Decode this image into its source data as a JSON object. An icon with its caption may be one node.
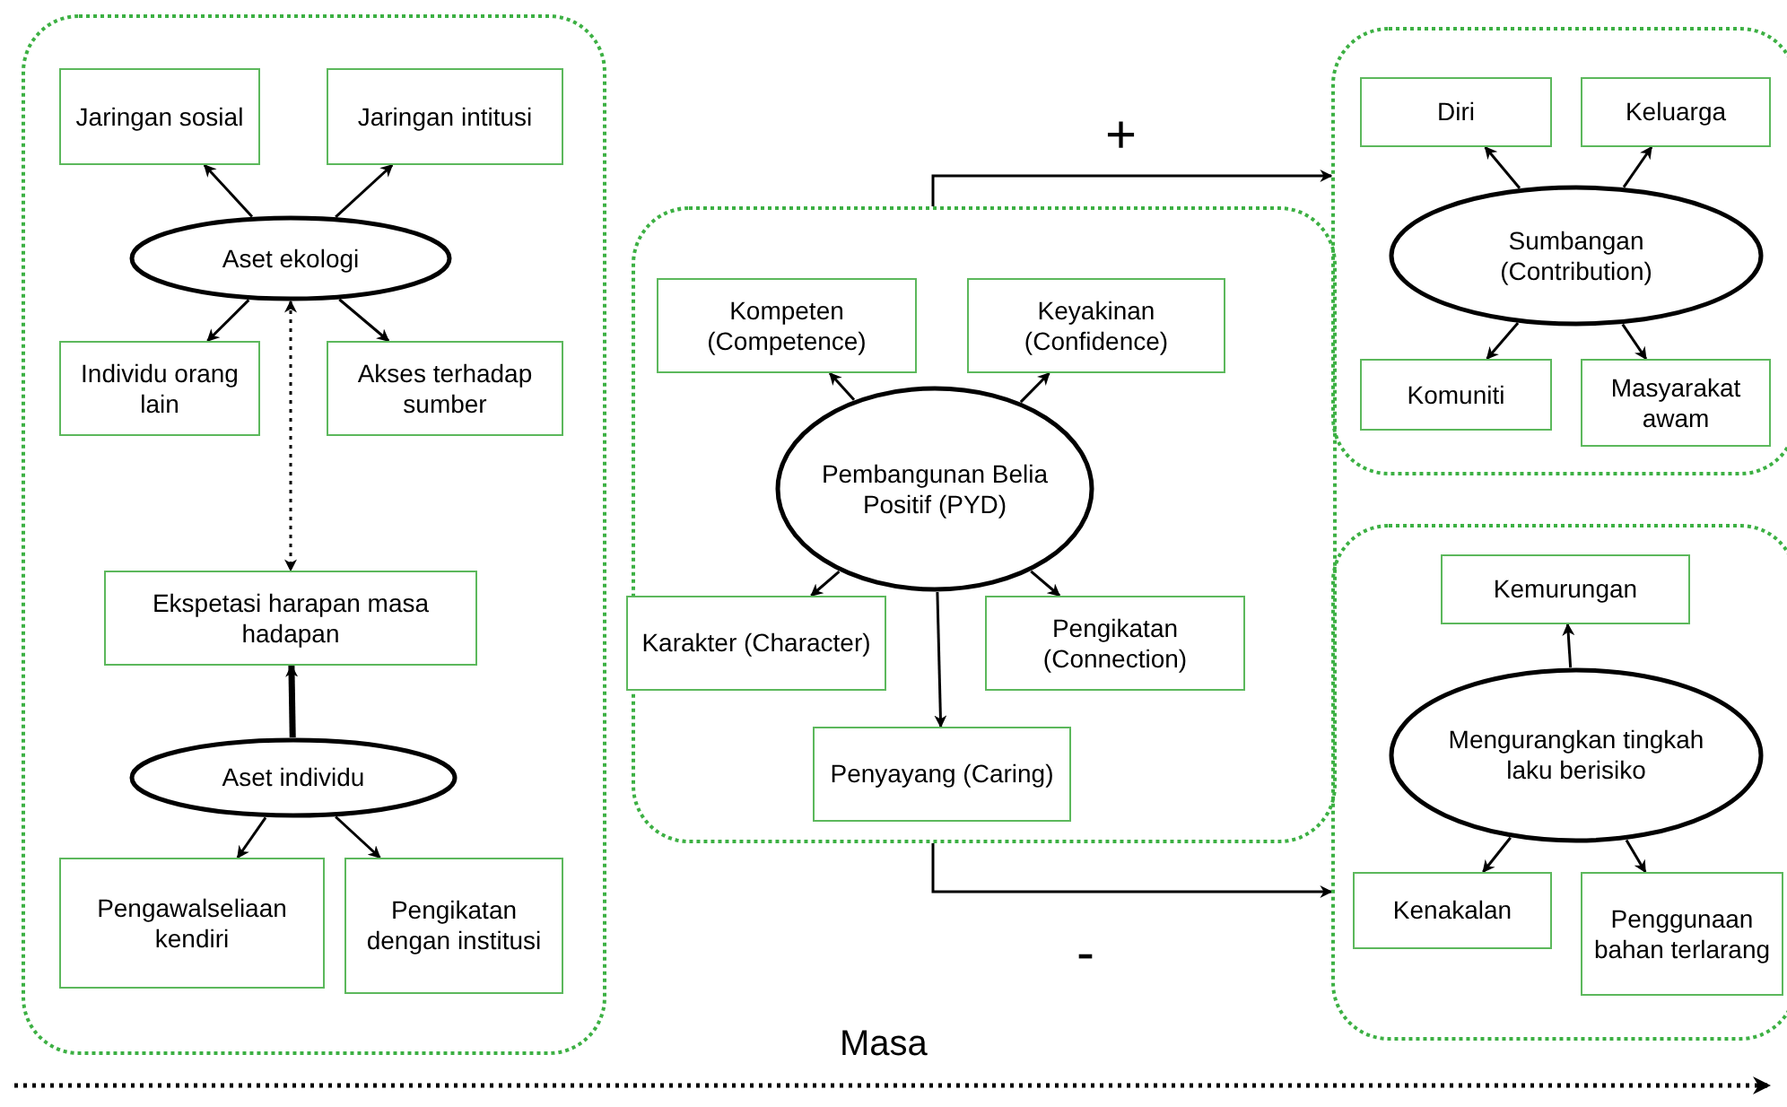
{
  "diagram": {
    "nodes": [
      {
        "text": [],
        "shape": "box"
      },
      {
        "text": [
          "Jaringan sosial"
        ],
        "in": 0
      },
      {
        "text": [
          "Jaringan intitusi"
        ],
        "in": 0
      },
      {
        "text": [
          "Aset ekologi"
        ],
        "in": 0
      },
      {
        "text": [
          "Individu orang lain"
        ],
        "in": 0
      },
      {
        "text": [
          "Akses terhadap sumber"
        ],
        "in": 0
      },
      {
        "text": [
          "Ekspetasi harapan masa hadapan"
        ],
        "in": 0
      },
      {
        "text": [
          "Aset individu"
        ],
        "in": 0
      },
      {
        "text": [
          "Pengawalseliaan kendiri"
        ],
        "in": 0
      },
      {
        "text": [
          "Pengikatan dengan institusi"
        ],
        "in": 0
      },
      {
        "text": [],
        "shape": "box"
      },
      {
        "text": [
          "Kompeten (Competence)"
        ],
        "in": 10
      },
      {
        "text": [
          "Keyakinan (Confidence)"
        ],
        "in": 10
      },
      {
        "text": [
          "Pembangunan Belia Positif (PYD)"
        ],
        "in": 10
      },
      {
        "text": [
          "Karakter (Character)"
        ],
        "in": 10
      },
      {
        "text": [
          "Pengikatan (Connection)"
        ],
        "in": 10
      },
      {
        "text": [
          "Penyayang (Caring)"
        ],
        "in": 10
      },
      {
        "text": [],
        "shape": "box"
      },
      {
        "text": [
          "Diri"
        ],
        "in": 17
      },
      {
        "text": [
          "Keluarga"
        ],
        "in": 17
      },
      {
        "text": [
          "Sumbangan (Contribution)"
        ],
        "in": 17
      },
      {
        "text": [
          "Komuniti"
        ],
        "in": 17
      },
      {
        "text": [
          "Masyarakat awam"
        ],
        "in": 17
      },
      {
        "text": [],
        "shape": "box"
      },
      {
        "text": [
          "Kemurungan"
        ],
        "in": 23
      },
      {
        "text": [
          "Mengurangkan tingkah laku berisiko"
        ],
        "in": 23
      },
      {
        "text": [
          "Kenakalan"
        ],
        "in": 23
      },
      {
        "text": [
          "Penggunaan bahan terlarang"
        ],
        "in": 23
      }
    ],
    "edges": [
      {
        "from": 3,
        "to": 1,
        "arrow": "to"
      },
      {
        "from": 3,
        "to": 2,
        "arrow": "to"
      },
      {
        "from": 3,
        "to": 4,
        "arrow": "to"
      },
      {
        "from": 3,
        "to": 5,
        "arrow": "to"
      },
      {
        "from": 3,
        "to": 6,
        "arrow": "both",
        "style": "dashed"
      },
      {
        "from": 7,
        "to": 6,
        "arrow": "to",
        "style": "thick"
      },
      {
        "from": 7,
        "to": 8,
        "arrow": "to"
      },
      {
        "from": 7,
        "to": 9,
        "arrow": "to"
      },
      {
        "from": 13,
        "to": 11,
        "arrow": "to"
      },
      {
        "from": 13,
        "to": 12,
        "arrow": "to"
      },
      {
        "from": 13,
        "to": 14,
        "arrow": "to"
      },
      {
        "from": 13,
        "to": 15,
        "arrow": "to"
      },
      {
        "from": 13,
        "to": 16,
        "arrow": "to"
      },
      {
        "from": 10,
        "to": 17,
        "arrow": "to",
        "label": "+"
      },
      {
        "from": 10,
        "to": 23,
        "arrow": "to",
        "label": "-"
      },
      {
        "from": 20,
        "to": 18,
        "arrow": "to"
      },
      {
        "from": 20,
        "to": 19,
        "arrow": "to"
      },
      {
        "from": 20,
        "to": 21,
        "arrow": "to"
      },
      {
        "from": 20,
        "to": 22,
        "arrow": "to"
      },
      {
        "from": 25,
        "to": 24,
        "arrow": "to"
      },
      {
        "from": 25,
        "to": 26,
        "arrow": "to"
      },
      {
        "from": 25,
        "to": 27,
        "arrow": "to"
      }
    ],
    "labels": [
      "Masa"
    ]
  }
}
